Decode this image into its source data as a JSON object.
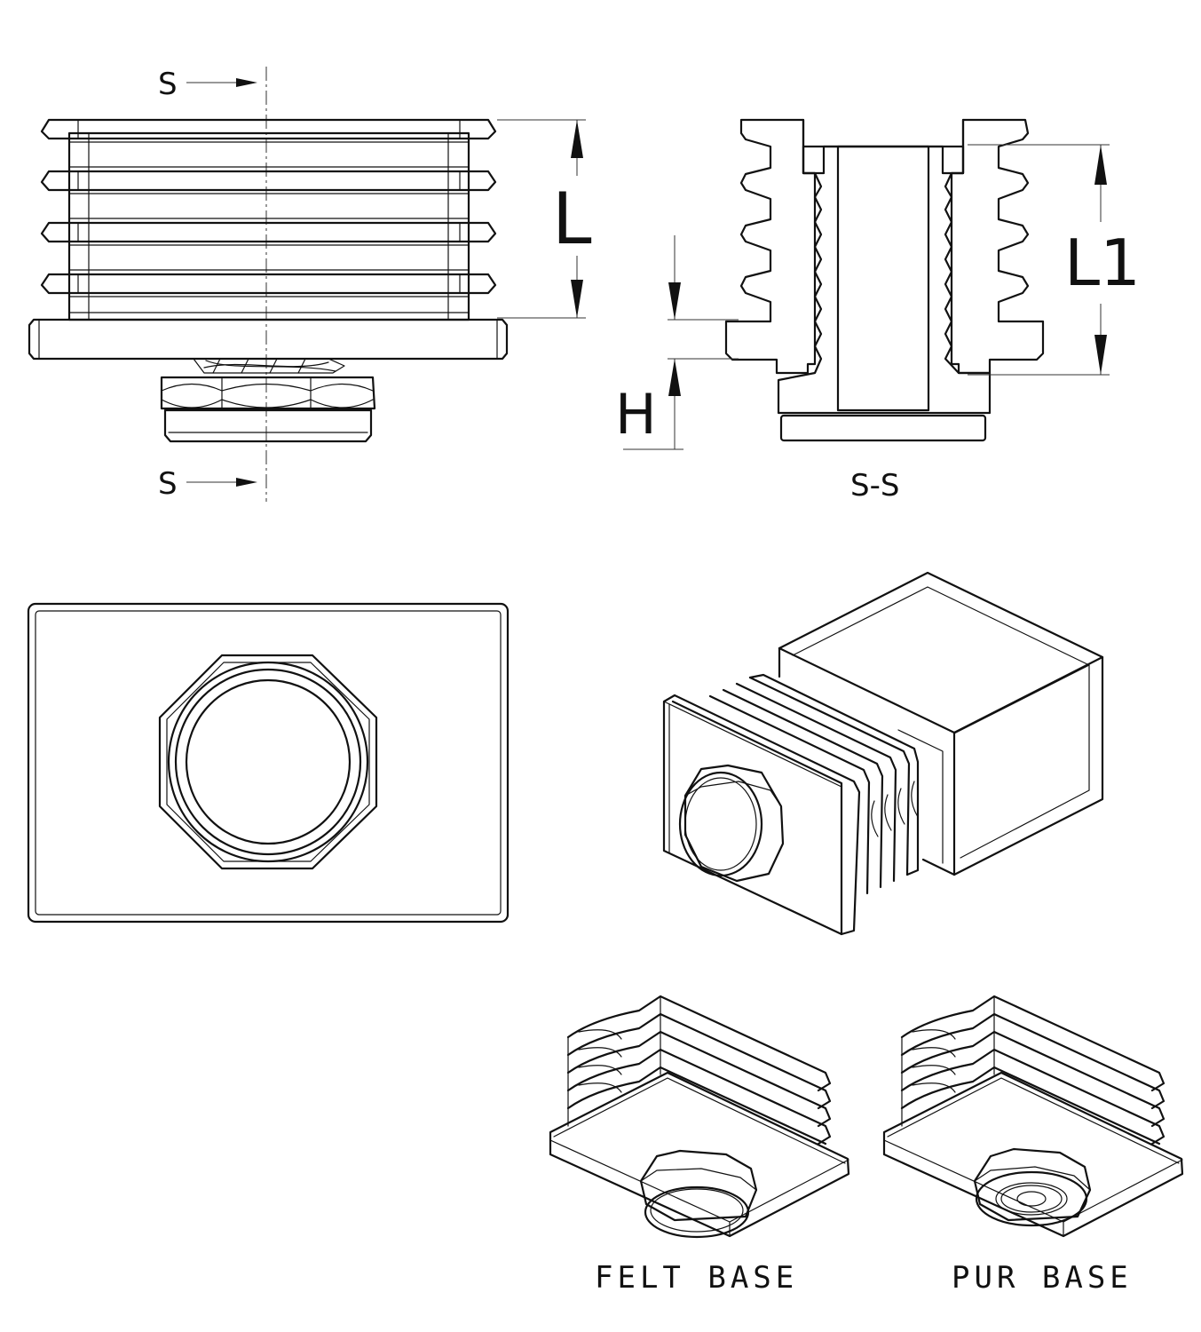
{
  "section_marker_top": "S",
  "section_marker_bottom": "S",
  "dim_length": "L",
  "dim_thread_length": "L1",
  "dim_height": "H",
  "section_title": "S-S",
  "variant_felt": "FELT BASE",
  "variant_pur": "PUR BASE"
}
